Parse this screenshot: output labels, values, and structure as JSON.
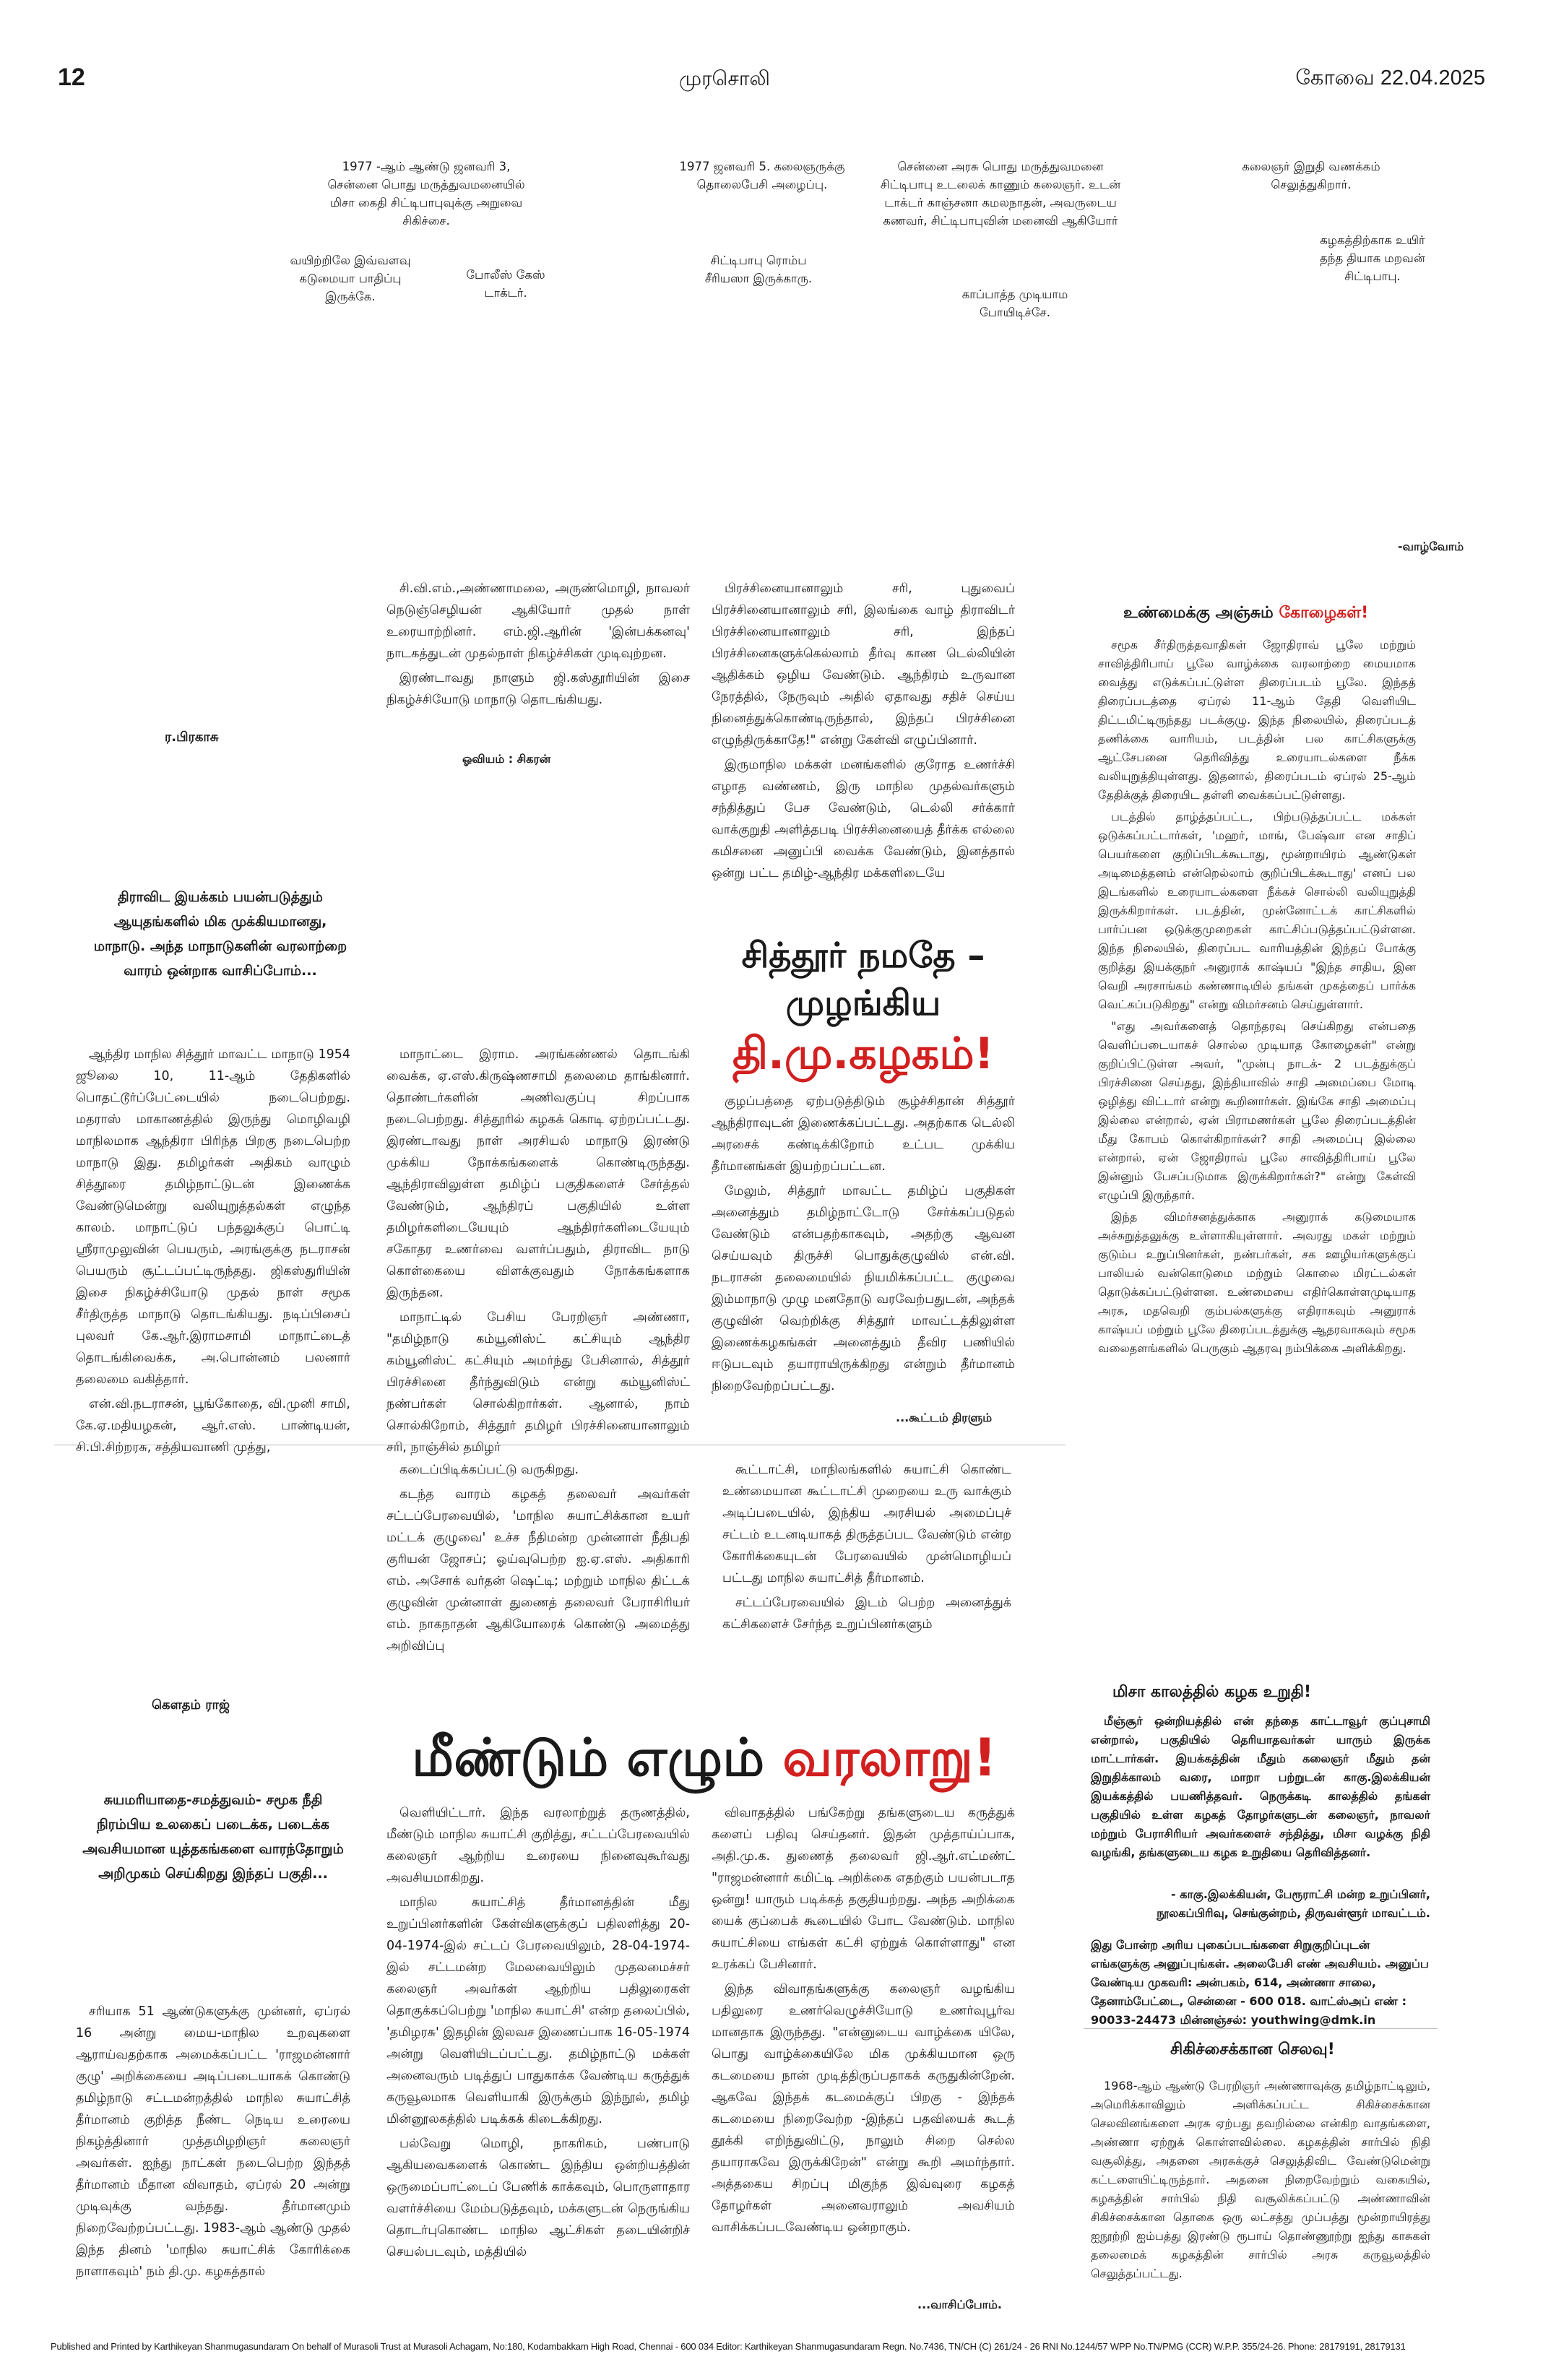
{
  "masthead": {
    "page_number": "12",
    "paper_name": "முரசொலி",
    "edition": "கோவை  22.04.2025"
  },
  "top_captions": [
    "1977 -ஆம் ஆண்டு ஜனவரி 3, சென்னை பொது மருத்துவமனையில் மிசா கைதி சிட்டிபாபுவுக்கு அறுவை சிகிச்சை.",
    "வயிற்றிலே இவ்வளவு கடுமையா பாதிப்பு இருக்கே.",
    "போலீஸ் கேஸ் டாக்டர்.",
    "1977 ஜனவரி 5. கலைஞருக்கு தொலைபேசி அழைப்பு.",
    "சிட்டிபாபு ரொம்ப சீரியஸா இருக்காரு.",
    "சென்னை அரசு பொது மருத்துவமனை சிட்டிபாபு உடலைக் காணும் கலைஞர். உடன் டாக்டர் காஞ்சனா கமலநாதன், அவருடைய கணவர், சிட்டிபாபுவின் மனைவி ஆகியோர்",
    "காப்பாத்த முடியாம போயிடிச்சே.",
    "கலைஞர் இறுதி வணக்கம் செலுத்துகிறார்.",
    "கழகத்திற்காக உயிர் தந்த தியாக மறவன் சிட்டிபாபு."
  ],
  "continued_label": "-வாழ்வோம்",
  "article1": {
    "author": "ர.பிரகாசு",
    "illustration_credit": "ஓவியம் : சிகரன்",
    "deck": "திராவிட இயக்கம் பயன்படுத்தும் ஆயுதங்களில் மிக முக்கியமானது, மாநாடு. அந்த மாநாடுகளின் வரலாற்றை வாரம் ஒன்றாக வாசிப்போம்...",
    "headline_black": "சித்தூர் நமதே – முழங்கிய",
    "headline_red": "தி.மு.கழகம்!",
    "col_a": [
      "ஆந்திர மாநில சித்தூர் மாவட்ட மாநாடு 1954 ஜூலை 10, 11-ஆம் தேதிகளில் பொதட்டூர்ப்பேட்டையில் நடைபெற்றது. மதராஸ் மாகாணத்தில் இருந்து மொழிவழி மாநிலமாக ஆந்திரா பிரிந்த பிறகு நடைபெற்ற மாநாடு இது. தமிழர்கள் அதிகம் வாழும் சித்தூரை தமிழ்நாட்டுடன் இணைக்க வேண்டுமென்று வலியுறுத்தல்கள் எழுந்த காலம். மாநாட்டுப் பந்தலுக்குப் பொட்டி ஸ்ரீராமுலுவின் பெயரும், அரங்குக்கு நடராசன் பெயரும் சூட்டப்பட்டிருந்தது. ஜிகஸ்துரியின் இசை நிகழ்ச்சியோடு முதல் நாள் சமூக சீர்திருத்த மாநாடு தொடங்கியது. நடிப்பிசைப் புலவர் கே.ஆர்.இராமசாமி மாநாட்டைத் தொடங்கிவைக்க, அ.பொன்னம் பலனார் தலைமை வகித்தார்.",
      "என்.வி.நடராசன், பூங்கோதை, வி.முனி சாமி, கே.ஏ.மதியழகன், ஆர்.எஸ். பாண்டியன், சி.பி.சிற்றரசு, சத்தியவாணி முத்து,"
    ],
    "col_b_top": [
      "சி.வி.எம்.,அண்ணாமலை, அருண்மொழி, நாவலர் நெடுஞ்செழியன் ஆகியோர் முதல் நாள் உரையாற்றினர். எம்.ஜி.ஆரின் 'இன்பக்கனவு' நாடகத்துடன் முதல்நாள் நிகழ்ச்சிகள் முடிவுற்றன.",
      "இரண்டாவது நாளும் ஜி.கஸ்தூரியின் இசை நிகழ்ச்சியோடு மாநாடு தொடங்கியது."
    ],
    "col_b": [
      "மாநாட்டை இராம. அரங்கண்ணல் தொடங்கி வைக்க, ஏ.எஸ்.கிருஷ்ணசாமி தலைமை தாங்கினார். தொண்டர்களின் அணிவகுப்பு சிறப்பாக நடைபெற்றது. சித்தூரில் கழகக் கொடி ஏற்றப்பட்டது. இரண்டாவது நாள் அரசியல் மாநாடு இரண்டு முக்கிய நோக்கங்களைக் கொண்டிருந்தது. ஆந்திராவிலுள்ள தமிழ்ப் பகுதிகளைச் சேர்த்தல் வேண்டும், ஆந்திரப் பகுதியில் உள்ள தமிழர்களிடையேயும் ஆந்திரர்களிடையேயும் சகோதர உணர்வை வளர்ப்பதும், திராவிட நாடு கொள்கையை விளக்குவதும் நோக்கங்களாக இருந்தன.",
      "மாநாட்டில் பேசிய பேரறிஞர் அண்ணா, \"தமிழ்நாடு கம்யூனிஸ்ட் கட்சியும் ஆந்திர கம்யூனிஸ்ட் கட்சியும் அமர்ந்து பேசினால், சித்தூர் பிரச்சினை தீர்ந்துவிடும் என்று கம்யூனிஸ்ட் நண்பர்கள் சொல்கிறார்கள். ஆனால், நாம் சொல்கிறோம், சித்தூர் தமிழர் பிரச்சினையானாலும் சரி, நாஞ்சில் தமிழர்"
    ],
    "col_c_top": [
      "பிரச்சினையானாலும் சரி, புதுவைப் பிரச்சினையானாலும் சரி, இலங்கை வாழ் திராவிடர் பிரச்சினையானாலும் சரி, இந்தப் பிரச்சினைகளுக்கெல்லாம் தீர்வு காண டெல்லியின் ஆதிக்கம் ஒழிய வேண்டும். ஆந்திரம் உருவான நேரத்தில், நேருவும் அதில் ஏதாவது சதிச் செய்ய நினைத்துக்கொண்டிருந்தால், இந்தப் பிரச்சினை எழுந்திருக்காதே!\" என்று கேள்வி எழுப்பினார்.",
      "இருமாநில மக்கள் மனங்களில் குரோத உணர்ச்சி எழாத வண்ணம், இரு மாநில முதல்வர்களும் சந்தித்துப் பேச வேண்டும், டெல்லி சர்க்கார் வாக்குறுதி அளித்தபடி பிரச்சினையைத் தீர்க்க எல்லை கமிசனை அனுப்பி வைக்க வேண்டும், இனத்தால் ஒன்று பட்ட தமிழ்-ஆந்திர மக்களிடையே"
    ],
    "col_c": [
      "குழப்பத்தை ஏற்படுத்திடும் சூழ்ச்சிதான் சித்தூர் ஆந்திராவுடன் இணைக்கப்பட்டது. அதற்காக டெல்லி அரசைக் கண்டிக்கிறோம் உட்பட முக்கிய தீர்மானங்கள் இயற்றப்பட்டன.",
      "மேலும், சித்தூர் மாவட்ட தமிழ்ப் பகுதிகள் அனைத்தும் தமிழ்நாட்டோடு சேர்க்கப்படுதல் வேண்டும் என்பதற்காகவும், அதற்கு ஆவன செய்யவும் திருச்சி பொதுக்குழுவில் என்.வி. நடராசன் தலைமையில் நியமிக்கப்பட்ட குழுவை இம்மாநாடு முழு மனதோடு வரவேற்பதுடன், அந்தக் குழுவின் வெற்றிக்கு சித்தூர் மாவட்டத்திலுள்ள இணைக்கழகங்கள் அனைத்தும் தீவிர பணியில் ஈடுபடவும் தயாராயிருக்கிறது என்றும் தீர்மானம் நிறைவேற்றப்பட்டது."
    ],
    "continued": "...கூட்டம் திரளும்"
  },
  "sidebar1": {
    "title_black": "உண்மைக்கு அஞ்சும்",
    "title_red": "கோழைகள்!",
    "paragraphs": [
      "சமூக சீர்திருத்தவாதிகள் ஜோதிராவ் பூலே மற்றும் சாவித்திரிபாய் பூலே வாழ்க்கை வரலாற்றை மையமாக வைத்து எடுக்கப்பட்டுள்ள திரைப்படம் பூலே. இந்தத் திரைப்படத்தை ஏப்ரல் 11-ஆம் தேதி வெளியிட திட்டமிட்டிருந்தது படக்குழு. இந்த நிலையில், திரைப்படத் தணிக்கை வாரியம், படத்தின் பல காட்சிகளுக்கு ஆட்சேபனை தெரிவித்து உரையாடல்களை நீக்க வலியுறுத்தியுள்ளது. இதனால், திரைப்படம் ஏப்ரல் 25-ஆம் தேதிக்குத் திரையிட தள்ளி வைக்கப்பட்டுள்ளது.",
      "படத்தில் தாழ்த்தப்பட்ட, பிற்படுத்தப்பட்ட மக்கள் ஒடுக்கப்பட்டார்கள், 'மஹர், மாங், பேஷ்வா என சாதிப் பெயர்களை குறிப்பிடக்கூடாது, மூன்றாயிரம் ஆண்டுகள் அடிமைத்தனம் என்றெல்லாம் குறிப்பிடக்கூடாது' எனப் பல இடங்களில் உரையாடல்களை நீக்கச் சொல்லி வலியுறுத்தி இருக்கிறார்கள். படத்தின், முன்னோட்டக் காட்சிகளில் பார்ப்பன ஒடுக்குமுறைகள் காட்சிப்படுத்தப்பட்டுள்ளன. இந்த நிலையில், திரைப்பட வாரியத்தின் இந்தப் போக்கு குறித்து இயக்குநர் அனுராக் காஷ்யப் \"இந்த சாதிய, இன வெறி அரசாங்கம் கண்ணாடியில் தங்கள் முகத்தைப் பார்க்க வெட்கப்படுகிறது\" என்று விமர்சனம் செய்துள்ளார்.",
      "\"எது அவர்களைத் தொந்தரவு செய்கிறது என்பதை வெளிப்படையாகச் சொல்ல முடியாத கோழைகள்\" என்று குறிப்பிட்டுள்ள அவர், \"முன்பு நாடக்- 2 படத்துக்குப் பிரச்சினை செய்தது, இந்தியாவில் சாதி அமைப்பை மோடி ஒழித்து விட்டார் என்று கூறினார்கள். இங்கே சாதி அமைப்பு இல்லை என்றால், ஏன் பிராமணர்கள் பூலே திரைப்படத்தின் மீது கோபம் கொள்கிறார்கள்? சாதி அமைப்பு இல்லை என்றால், ஏன் ஜோதிராவ் பூலே சாவித்திரிபாய் பூலே இன்னும் பேசப்படுமாக இருக்கிறார்கள்?\" என்று கேள்வி எழுப்பி இருந்தார்.",
      "இந்த விமர்சனத்துக்காக அனுராக் கடுமையாக அச்சுறுத்தலுக்கு உள்ளாகியுள்ளார். அவரது மகள் மற்றும் குடும்ப உறுப்பினர்கள், நண்பர்கள், சக ஊழியர்களுக்குப் பாலியல் வன்கொடுமை மற்றும் கொலை மிரட்டல்கள் தொடுக்கப்பட்டுள்ளன. உண்மையை எதிர்கொள்ளமுடியாத அரசு, மதவெறி கும்பல்களுக்கு எதிராகவும் அனுராக் காஷ்யப் மற்றும் பூலே திரைப்படத்துக்கு ஆதரவாகவும் சமூக வலைதளங்களில் பெருகும் ஆதரவு நம்பிக்கை அளிக்கிறது."
    ]
  },
  "article2": {
    "author": "கௌதம் ராஜ்",
    "deck": "சுயமரியாதை-சமத்துவம்- சமூக நீதி நிரம்பிய உலகைப் படைக்க, படைக்க அவசியமான யுத்தகங்களை வாரந்தோறும் அறிமுகம் செய்கிறது இந்தப் பகுதி...",
    "headline_black": "மீண்டும் எழும்",
    "headline_red": "வரலாறு!",
    "col_a": [
      "சரியாக 51 ஆண்டுகளுக்கு முன்னர், ஏப்ரல் 16 அன்று மைய-மாநில உறவுகளை ஆராய்வதற்காக அமைக்கப்பட்ட 'ராஜமன்னார் குழு' அறிக்கையை அடிப்படையாகக் கொண்டு தமிழ்நாடு சட்டமன்றத்தில் மாநில சுயாட்சித் தீர்மானம் குறித்த நீண்ட நெடிய உரையை நிகழ்த்தினார் முத்தமிழறிஞர் கலைஞர் அவர்கள். ஐந்து நாட்கள் நடைபெற்ற இந்தத் தீர்மானம் மீதான விவாதம், ஏப்ரல் 20 அன்று முடிவுக்கு வந்தது. தீர்மானமும் நிறைவேற்றப்பட்டது. 1983-ஆம் ஆண்டு முதல் இந்த தினம் 'மாநில சுயாட்சிக் கோரிக்கை நாளாகவும்' நம் தி.மு. கழகத்தால்"
    ],
    "col_b_top": [
      "கடைப்பிடிக்கப்பட்டு வருகிறது.",
      "கடந்த வாரம் கழகத் தலைவர் அவர்கள் சட்டப்பேரவையில், 'மாநில சுயாட்சிக்கான உயர் மட்டக் குழுவை' உச்ச நீதிமன்ற முன்னாள் நீதிபதி குரியன் ஜோசப்; ஓய்வுபெற்ற ஐ.ஏ.எஸ். அதிகாரி எம். அசோக் வர்தன் ஷெட்டி; மற்றும் மாநில திட்டக் குழுவின் முன்னாள் துணைத் தலைவர் பேராசிரியர் எம். நாகநாதன் ஆகியோரைக் கொண்டு அமைத்து அறிவிப்பு"
    ],
    "col_b": [
      "வெளியிட்டார். இந்த வரலாற்றுத் தருணத்தில், மீண்டும் மாநில சுயாட்சி குறித்து, சட்டப்பேரவையில் கலைஞர் ஆற்றிய உரையை நினைவுகூர்வது அவசியமாகிறது.",
      "மாநில சுயாட்சித் தீர்மானத்தின் மீது உறுப்பினர்களின் கேள்விகளுக்குப் பதிலளித்து 20-04-1974-இல் சட்டப் பேரவையிலும், 28-04-1974-இல் சட்டமன்ற மேலவையிலும் முதலமைச்சர் கலைஞர் அவர்கள் ஆற்றிய பதிலுரைகள் தொகுக்கப்பெற்று 'மாநில சுயாட்சி' என்ற தலைப்பில், 'தமிழரசு' இதழின் இலவச இணைப்பாக 16-05-1974 அன்று வெளியிடப்பட்டது. தமிழ்நாட்டு மக்கள் அனைவரும் படித்துப் பாதுகாக்க வேண்டிய கருத்துக் கருவூலமாக வெளியாகி இருக்கும் இந்நூல், தமிழ் மின்னூலகத்தில் படிக்கக் கிடைக்கிறது.",
      "பல்வேறு மொழி, நாகரிகம், பண்பாடு ஆகியவைகளைக் கொண்ட இந்திய ஒன்றியத்தின் ஒருமைப்பாட்டைப் பேணிக் காக்கவும், பொருளாதார வளர்ச்சியை மேம்படுத்தவும், மக்களுடன் நெருங்கிய தொடர்புகொண்ட மாநில ஆட்சிகள் தடையின்றிச் செயல்படவும், மத்தியில்"
    ],
    "col_c_top": [
      "கூட்டாட்சி, மாநிலங்களில் சுயாட்சி கொண்ட உண்மையான கூட்டாட்சி முறையை உரு வாக்கும் அடிப்படையில், இந்திய அரசியல் அமைப்புச் சட்டம் உடனடியாகத் திருத்தப்பட வேண்டும் என்ற கோரிக்கையுடன் பேரவையில் முன்மொழியப் பட்டது மாநில சுயாட்சித் தீர்மானம்.",
      "சட்டப்பேரவையில் இடம் பெற்ற அனைத்துக் கட்சிகளைச் சேர்ந்த உறுப்பினர்களும்"
    ],
    "col_c": [
      "விவாதத்தில் பங்கேற்று தங்களுடைய கருத்துக் களைப் பதிவு செய்தனர். இதன் முத்தாய்ப்பாக, அதி.மு.க. துணைத் தலைவர் ஜி.ஆர்.எட்மண்ட் \"ராஜமன்னார் கமிட்டி அறிக்கை எதற்கும் பயன்படாத ஒன்று! யாரும் படிக்கத் தகுதியற்றது. அந்த அறிக்கை யைக் குப்பைக் கூடையில் போட வேண்டும். மாநில சுயாட்சியை எங்கள் கட்சி ஏற்றுக் கொள்ளாது\" என உரக்கப் பேசினார்.",
      "இந்த விவாதங்களுக்கு கலைஞர் வழங்கிய பதிலுரை உணர்வெழுச்சியோடு உணர்வுபூர்வ மானதாக இருந்தது. \"என்னுடைய வாழ்க்கை யிலே, பொது வாழ்க்கையிலே மிக முக்கியமான ஒரு கடமையை நான் முடித்திருப்பதாகக் கருதுகின்றேன். ஆகவே இந்தக் கடமைக்குப் பிறகு - இந்தக் கடமையை நிறைவேற்ற -இந்தப் பதவியைக் கூடத் தூக்கி எறிந்துவிட்டு, நாலும் சிறை செல்ல தயாராகவே இருக்கிறேன்\" என்று கூறி அமர்ந்தார். அத்தகைய சிறப்பு மிகுந்த இவ்வுரை கழகத் தோழர்கள் அனைவராலும் அவசியம் வாசிக்கப்படவேண்டிய ஒன்றாகும்."
    ],
    "continued": "...வாசிப்போம்."
  },
  "sidebar2": {
    "title": "மிசா காலத்தில் கழக உறுதி!",
    "body": "மீஞ்சூர் ஒன்றியத்தில் என் தந்தை காட்டாவூர் குப்புசாமி என்றால், பகுதியில் தெரியாதவர்கள் யாரும் இருக்க மாட்டார்கள். இயக்கத்தின் மீதும் கலைஞர் மீதும் தன் இறுதிக்காலம் வரை, மாறா பற்றுடன் காகு.இலக்கியன் இயக்கத்தில் பயணித்தவர். நெருக்கடி காலத்தில் தங்கள் பகுதியில் உள்ள கழகத் தோழர்களுடன் கலைஞர், நாவலர் மற்றும் பேராசிரியர் அவர்களைச் சந்தித்து, மிசா வழக்கு நிதி வழங்கி, தங்களுடைய கழக உறுதியை தெரிவித்தனர்.",
    "signature": "- காகு.இலக்கியன், பேரூராட்சி மன்ற உறுப்பினர், நூலகப்பிரிவு, செங்குன்றம், திருவள்ளூர் மாவட்டம்.",
    "call_for_submissions": "இது போன்ற அரிய புகைப்படங்களை சிறுகுறிப்புடன் எங்களுக்கு அனுப்புங்கள். அலைபேசி எண் அவசியம். அனுப்ப வேண்டிய முகவரி: அன்பகம், 614, அண்ணா சாலை, தேனாம்பேட்டை, சென்னை - 600 018. வாட்ஸ்அப் எண் : 90033-24473 மின்னஞ்சல்: youthwing@dmk.in"
  },
  "sidebar3": {
    "title": "சிகிச்சைக்கான செலவு!",
    "body": "1968-ஆம் ஆண்டு பேரறிஞர் அண்ணாவுக்கு தமிழ்நாட்டிலும், அமெரிக்காவிலும் அளிக்கப்பட்ட சிகிச்சைக்கான செலவினங்களை அரசு ஏற்பது தவறில்லை என்கிற வாதங்களை, அண்ணா ஏற்றுக் கொள்ளவில்லை. கழகத்தின் சார்பில் நிதி வசூலித்து, அதனை அரசுக்குச் செலுத்திவிட வேண்டுமென்று கட்டளையிட்டிருந்தார். அதனை நிறைவேற்றும் வகையில், கழகத்தின் சார்பில் நிதி வசூலிக்கப்பட்டு அண்ணாவின் சிகிச்சைக்கான தொகை ஒரு லட்சத்து முப்பத்து மூன்றாயிரத்து ஐநூற்றி ஐம்பத்து இரண்டு ரூபாய் தொண்ணூற்று ஐந்து காசுகள் தலைமைக் கழகத்தின் சார்பில் அரசு கருவூலத்தில் செலுத்தப்பட்டது."
  },
  "footer": "Published and Printed by Karthikeyan Shanmugasundaram On behalf of Murasoli Trust at Murasoli Achagam, No:180, Kodambakkam High Road, Chennai - 600 034 Editor: Karthikeyan Shanmugasundaram Regn. No.7436, TN/CH (C) 261/24 - 26 RNI No.1244/57 WPP No.TN/PMG (CCR) W.P.P. 355/24-26. Phone: 28179191, 28179131"
}
